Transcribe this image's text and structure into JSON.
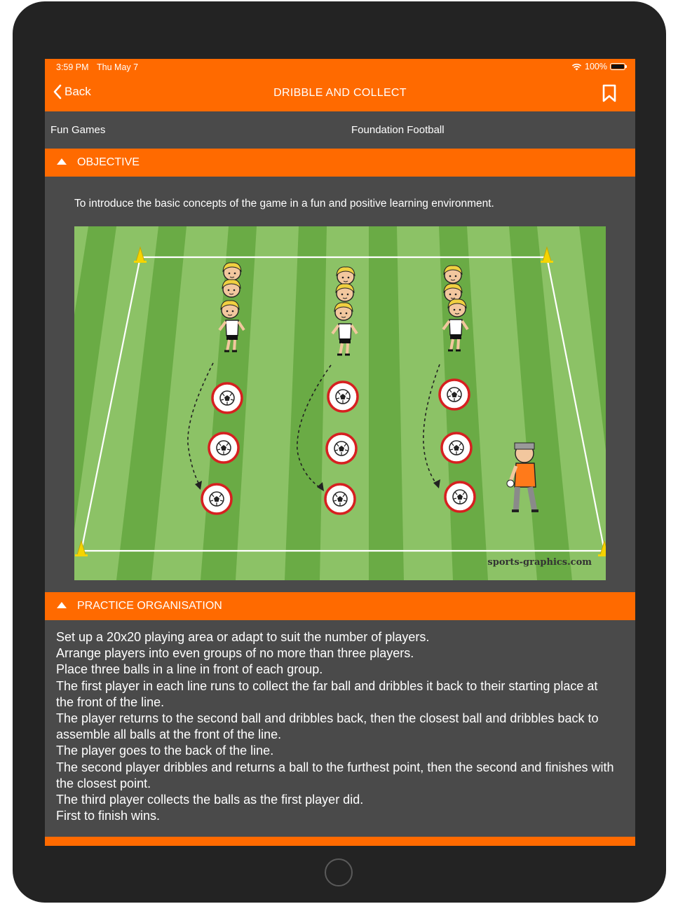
{
  "status_bar": {
    "time": "3:59 PM",
    "date": "Thu May 7",
    "battery": "100%"
  },
  "nav": {
    "back_label": "Back",
    "title": "DRIBBLE AND COLLECT"
  },
  "info": {
    "category": "Fun Games",
    "program": "Foundation Football"
  },
  "objective": {
    "header": "OBJECTIVE",
    "text": "To introduce the basic concepts of the game in a fun and positive learning environment."
  },
  "diagram": {
    "watermark": "sports-graphics.com"
  },
  "organisation": {
    "header": "PRACTICE ORGANISATION",
    "lines": [
      "Set up a 20x20 playing area or adapt to suit the number of players.",
      "Arrange players into even groups of no more than three players.",
      "Place three balls in a line in front of each group.",
      "The first player in each line runs to collect the far ball and dribbles it back to their starting place at the front of the line.",
      "The player returns to the second ball and dribbles back, then the closest ball and dribbles back to assemble all balls at the front of the line.",
      "The player goes to the back of the line.",
      "The second player dribbles and returns a ball to the furthest point, then the second and finishes with the closest point.",
      "The third player collects the balls as the first player did.",
      "First to finish wins."
    ]
  },
  "colors": {
    "accent": "#ff6a00",
    "background": "#4a4a4a",
    "device": "#232323",
    "pitch_light": "#8cc266",
    "pitch_dark": "#6aab45"
  }
}
